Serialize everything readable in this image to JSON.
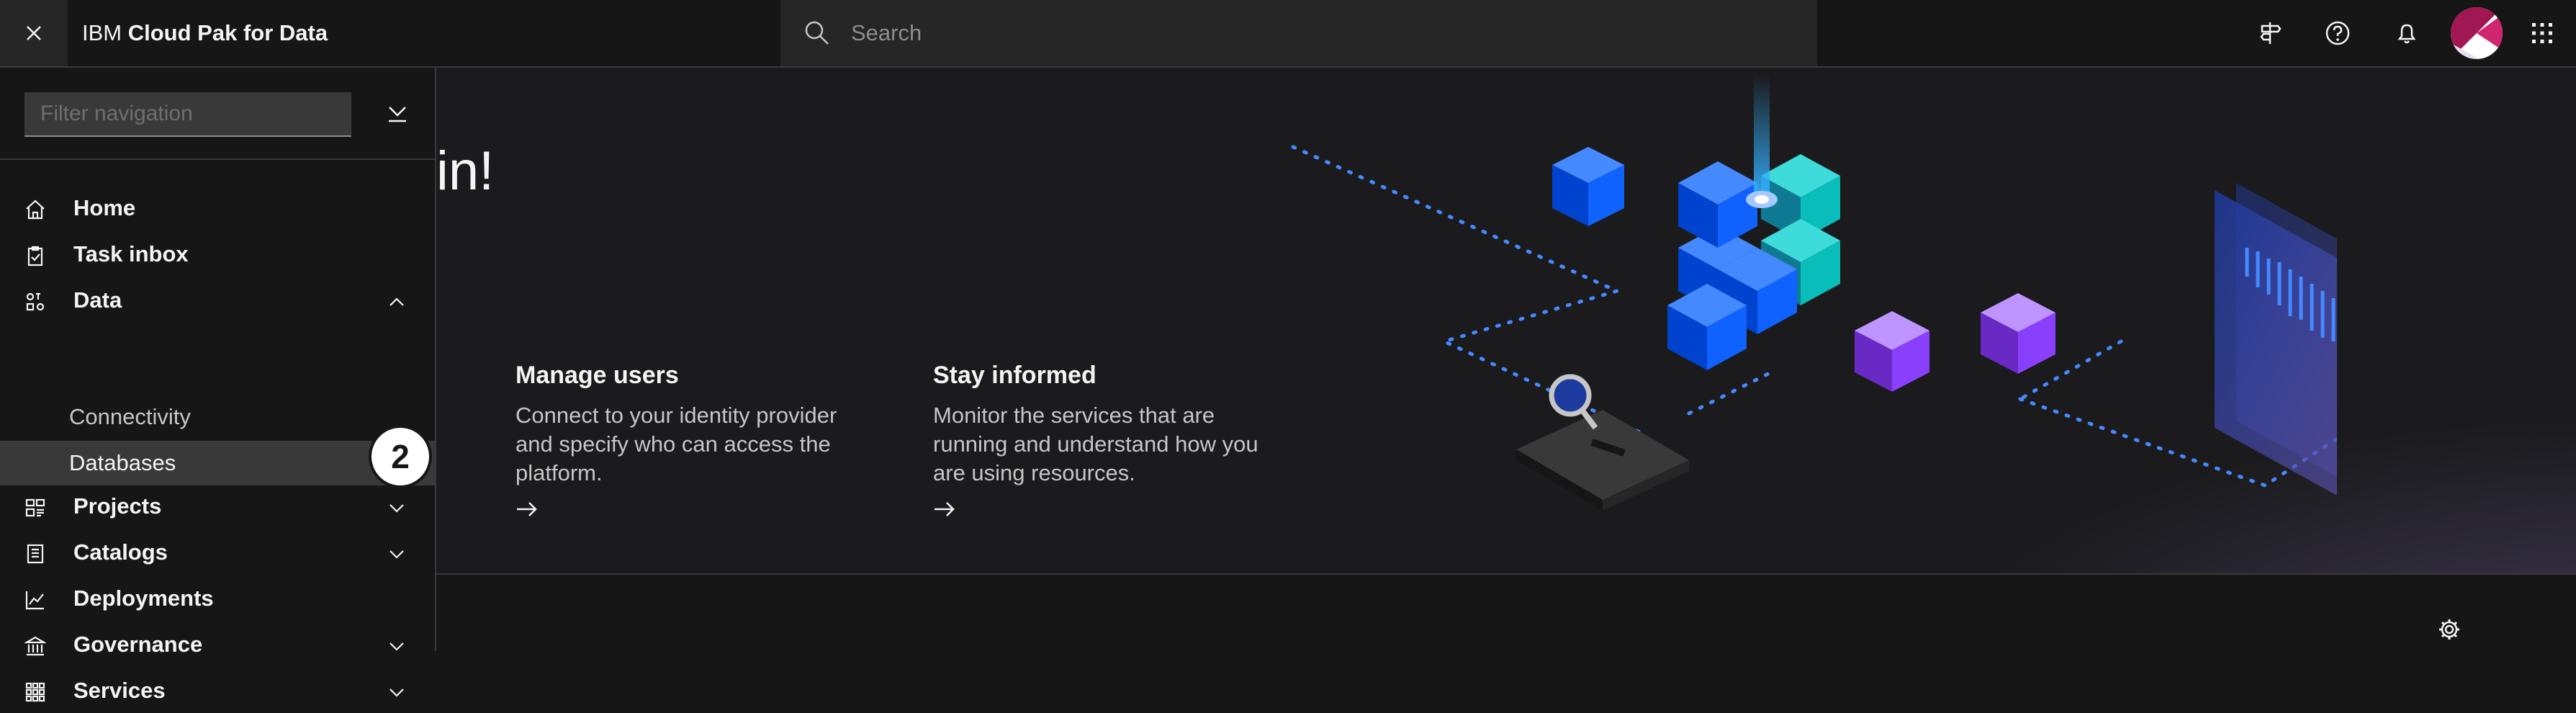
{
  "header": {
    "brand_prefix": "IBM",
    "brand_name": "Cloud Pak for Data",
    "search_placeholder": "Search",
    "icons": [
      "close-icon",
      "search-icon",
      "signpost-icon",
      "help-icon",
      "notification-icon",
      "avatar",
      "app-switcher-icon"
    ]
  },
  "sidebar": {
    "filter_placeholder": "Filter navigation",
    "items": [
      {
        "label": "Home",
        "icon": "home-icon"
      },
      {
        "label": "Task inbox",
        "icon": "task-inbox-icon"
      },
      {
        "label": "Data",
        "icon": "data-icon",
        "expanded": true,
        "children": [
          {
            "label": "Connectivity"
          },
          {
            "label": "Databases",
            "selected": true
          }
        ]
      },
      {
        "label": "Projects",
        "icon": "projects-icon",
        "expandable": true
      },
      {
        "label": "Catalogs",
        "icon": "catalogs-icon",
        "expandable": true
      },
      {
        "label": "Deployments",
        "icon": "deployments-icon"
      },
      {
        "label": "Governance",
        "icon": "governance-icon",
        "expandable": true
      },
      {
        "label": "Services",
        "icon": "services-icon",
        "expandable": true
      }
    ],
    "step_badge": "2"
  },
  "main": {
    "welcome_fragment": "in!",
    "cards": [
      {
        "title": "Manage users",
        "text": "Connect to your identity provider and specify who can access the platform."
      },
      {
        "title": "Stay informed",
        "text": "Monitor the services that are running and understand how you are using resources."
      }
    ]
  },
  "colors": {
    "background": "#161616",
    "panel": "#262626",
    "selected": "#393939",
    "accent_blue": "#0f62fe",
    "accent_purple": "#8a3ffc"
  }
}
